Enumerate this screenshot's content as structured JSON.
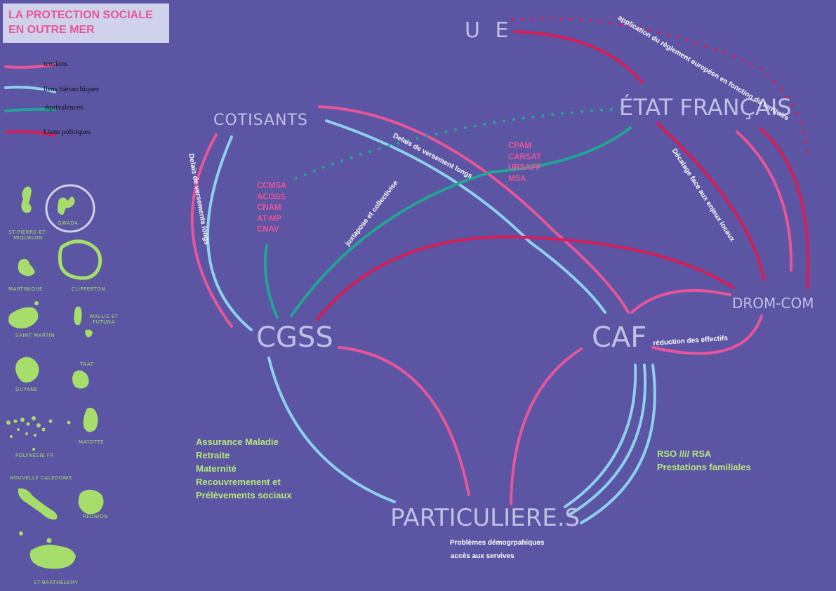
{
  "title": {
    "line1": "LA PROTECTION SOCIALE",
    "line2": "EN OUTRE MER"
  },
  "colors": {
    "tension": "#e8559a",
    "hierarchy": "#8fd0ef",
    "equivalence": "#23a596",
    "political": "#d81e57",
    "node_text": "#c2bfe6",
    "map_green": "#a6dd6b"
  },
  "legend": [
    {
      "label": "tensions",
      "color": "tension"
    },
    {
      "label": "liens hiérarchiques",
      "color": "hierarchy"
    },
    {
      "label": "équivalences",
      "color": "equivalence"
    },
    {
      "label": "Liens politiques",
      "color": "political"
    }
  ],
  "territories": [
    {
      "label": "ST-PIERRE-ET-MIQUELON"
    },
    {
      "label": "GWADA",
      "circled": true
    },
    {
      "label": "MARTINIQUE"
    },
    {
      "label": "CLIPPERTON"
    },
    {
      "label": "SAINT MARTIN"
    },
    {
      "label": "WALLIS ET FUTUNA"
    },
    {
      "label": "GUYANE"
    },
    {
      "label": "TAAF"
    },
    {
      "label": "POLYNÉSIE FR"
    },
    {
      "label": "MAYOTTE"
    },
    {
      "label": "NOUVELLE CALÉDONIE"
    },
    {
      "label": "RÉUNION"
    },
    {
      "label": "ST-BARTHÉLEMY"
    }
  ],
  "nodes": {
    "ue": "U E",
    "etat": "ÉTAT FRANÇAIS",
    "cotisants": "COTISANTS",
    "cgss": "CGSS",
    "caf": "CAF",
    "dromcom": "DROM-COM",
    "particuliers": "PARTICULIERE.S"
  },
  "caisses_left": [
    "CCMSA",
    "ACOSS",
    "CNAM",
    "AT-MP",
    "CNAV"
  ],
  "caisses_right": [
    "CPAM",
    "CARSAT",
    "URSAFF",
    "MSA"
  ],
  "cgss_missions": [
    "Assurance Maladie",
    "Retraite",
    "Maternité",
    "Recouvremenent et",
    "Prélèvements sociaux"
  ],
  "caf_missions": [
    "RSO //// RSA",
    "Prestations familiales"
  ],
  "annotations": {
    "ue_etat": "application du règlement européen en fonction du territoire",
    "cotisants_delays": "Delais de versements longs",
    "caf_delays": "Delais de versement longs",
    "juxtapose": "juxtapose et collectivise",
    "decalage": "Décalage face aux enjeux locaux",
    "reduction": "réduction des effectifs",
    "problemes_1": "Problèmes démogrpahiques",
    "problemes_2": "accès aux servives"
  }
}
